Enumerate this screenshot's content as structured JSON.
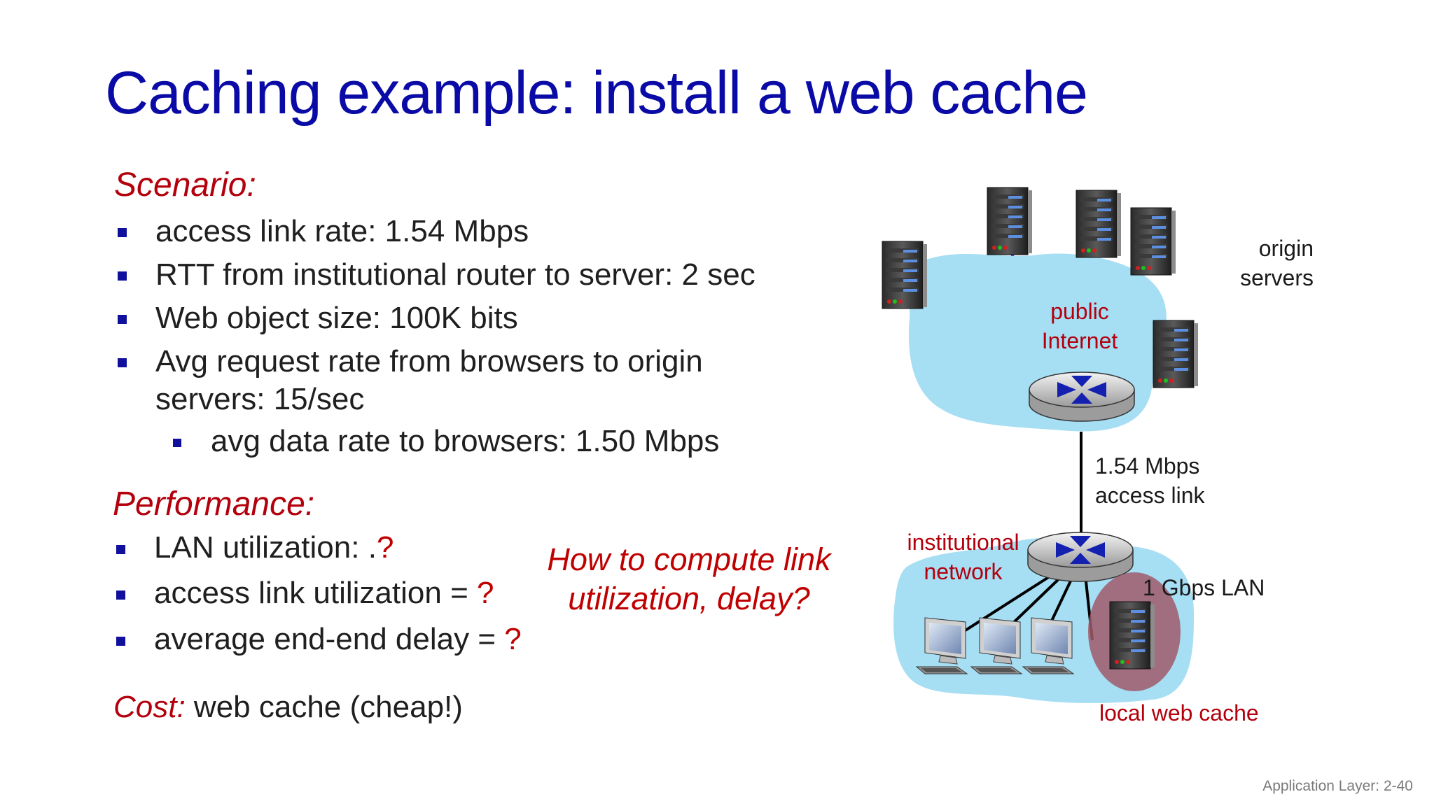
{
  "title": "Caching example: install a web cache",
  "scenario": {
    "heading": "Scenario:",
    "items": [
      "access link rate: 1.54 Mbps",
      "RTT from institutional router to server: 2 sec",
      "Web object size: 100K bits",
      "Avg request rate from browsers to origin",
      "servers: 15/sec"
    ],
    "sub_item": "avg data rate to browsers: 1.50 Mbps"
  },
  "performance": {
    "heading": "Performance:",
    "items": [
      {
        "text": "LAN utilization: .",
        "mark": "?"
      },
      {
        "text": "access link utilization = ",
        "mark": "?"
      },
      {
        "text": "average end-end delay  = ",
        "mark": "?"
      }
    ]
  },
  "cost": {
    "label": "Cost:",
    "text": " web cache (cheap!)"
  },
  "question": {
    "line1": "How to compute link",
    "line2": "utilization, delay?"
  },
  "diagram": {
    "origin_servers": [
      "origin",
      "servers"
    ],
    "public_internet": [
      "public",
      "Internet"
    ],
    "access_link": [
      "1.54 Mbps",
      "access link"
    ],
    "institutional_network": [
      "institutional",
      "network"
    ],
    "lan": "1 Gbps LAN",
    "local_cache": "local web cache"
  },
  "footer": "Application Layer: 2-40",
  "colors": {
    "title": "#0a0aa6",
    "accent_red": "#b3000c",
    "bullet": "#10109c",
    "cloud": "#a6def4",
    "cache_highlight": "#a05a6a"
  }
}
